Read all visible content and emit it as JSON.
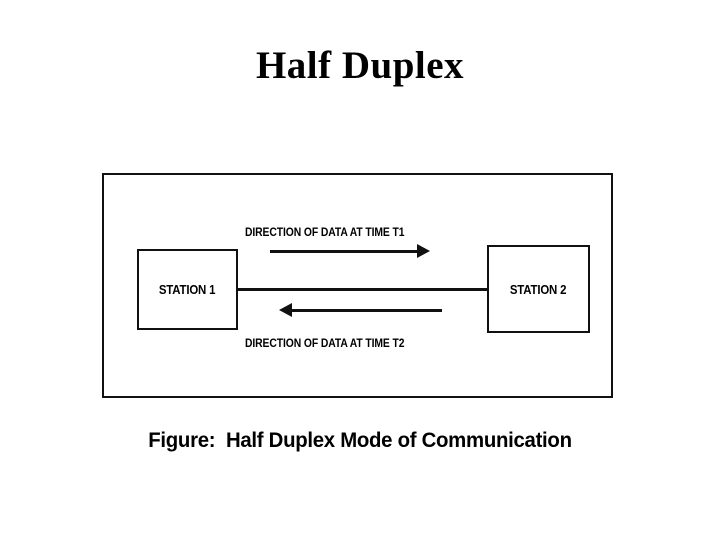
{
  "slide": {
    "title": "Half Duplex",
    "caption": "Figure:  Half Duplex Mode of Communication",
    "background_color": "#ffffff",
    "ink_color": "#111111"
  },
  "diagram": {
    "frame_label": "half-duplex-figure",
    "stations": [
      {
        "id": "station-1",
        "label": "STATION 1"
      },
      {
        "id": "station-2",
        "label": "STATION 2"
      }
    ],
    "arrows": [
      {
        "id": "arrow-t1",
        "direction": "right",
        "label": "DIRECTION OF DATA AT TIME T1",
        "from": "STATION 1",
        "to": "STATION 2"
      },
      {
        "id": "arrow-t2",
        "direction": "left",
        "label": "DIRECTION OF DATA AT TIME T2",
        "from": "STATION 2",
        "to": "STATION 1"
      }
    ],
    "connection": {
      "id": "link-line",
      "label": "communication-link"
    }
  }
}
